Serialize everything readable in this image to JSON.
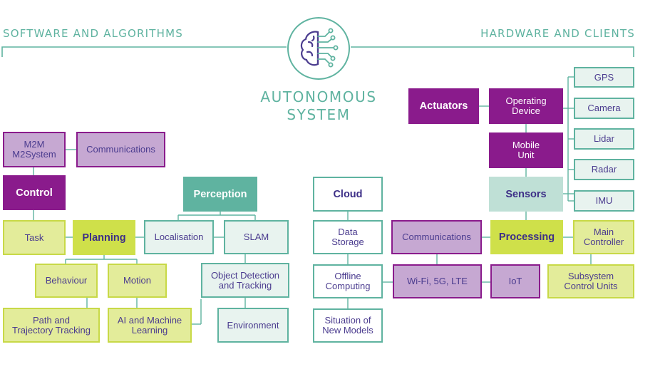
{
  "header": {
    "left": "SOFTWARE AND ALGORITHMS",
    "right": "HARDWARE AND CLIENTS",
    "title_line1": "AUTONOMOUS",
    "title_line2": "SYSTEM"
  },
  "colors": {
    "purple": "#8a1b8c",
    "lilac": "#c6a8d2",
    "teal": "#5fb3a0",
    "mint": "#e8f3ef",
    "lime": "#e3ec9a",
    "lime_strong": "#cfe04a",
    "text": "#4b3c8f"
  },
  "logo_icon": "brain-circuit-icon",
  "nodes": {
    "m2m": "M2M\nM2System",
    "communications_top": "Communications",
    "control": "Control",
    "task": "Task",
    "planning": "Planning",
    "behaviour": "Behaviour",
    "motion": "Motion",
    "path_tracking": "Path and\nTrajectory Tracking",
    "ai_ml": "AI and Machine\nLearning",
    "perception": "Perception",
    "localisation": "Localisation",
    "slam": "SLAM",
    "object_detection": "Object Detection\nand Tracking",
    "environment": "Environment",
    "cloud": "Cloud",
    "data_storage": "Data\nStorage",
    "offline_computing": "Offline\nComputing",
    "new_models": "Situation of\nNew Models",
    "actuators": "Actuators",
    "operating_device": "Operating\nDevice",
    "mobile_unit": "Mobile\nUnit",
    "sensors": "Sensors",
    "processing": "Processing",
    "communications_mid": "Communications",
    "wifi": "Wi-Fi, 5G, LTE",
    "iot": "IoT",
    "gps": "GPS",
    "camera": "Camera",
    "lidar": "Lidar",
    "radar": "Radar",
    "imu": "IMU",
    "main_controller": "Main\nController",
    "subsystem": "Subsystem\nControl Units"
  }
}
